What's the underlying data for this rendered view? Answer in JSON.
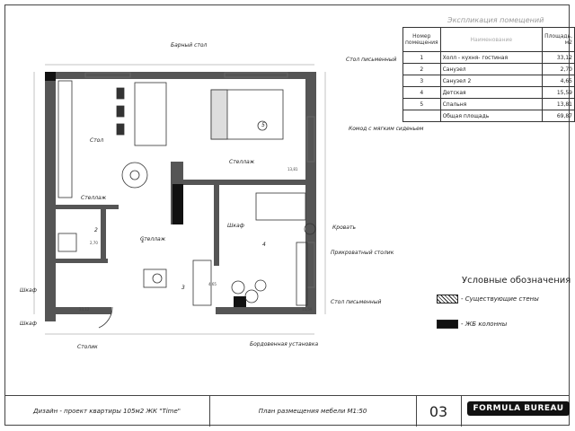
{
  "explication": {
    "title": "Экспликация помещений",
    "headers": {
      "num": "Номер помещения",
      "name": "Наименование",
      "area": "Площадь, м2"
    },
    "rows": [
      {
        "num": "1",
        "name": "Холл - кухня- гостиная",
        "area": "33,12"
      },
      {
        "num": "2",
        "name": "Санузел",
        "area": "2,70"
      },
      {
        "num": "3",
        "name": "Санузел 2",
        "area": "4,65"
      },
      {
        "num": "4",
        "name": "Детская",
        "area": "15,59"
      },
      {
        "num": "5",
        "name": "Спальня",
        "area": "13,81"
      }
    ],
    "total_label": "Общая площадь",
    "total_area": "69,87"
  },
  "plan_labels": {
    "bar_table": "Барный стол",
    "desk_top": "Стол письменный",
    "table": "Стол",
    "shelf_top": "Стеллаж",
    "dresser": "Комод с мягким сиденьем",
    "shelf_left": "Стеллаж",
    "shelf_mid": "Стеллаж",
    "bed": "Кровать",
    "nightstand": "Прикроватный столик",
    "wardrobe_1": "Шкаф",
    "wardrobe_2": "Шкаф",
    "wardrobe_3": "Шкаф",
    "desk_bottom": "Стол письменный",
    "console": "Столик",
    "laundry": "Бордовенная установка"
  },
  "room_numbers": [
    "1",
    "2",
    "3",
    "4",
    "5"
  ],
  "room_areas": [
    "33,12",
    "2,70",
    "4,65",
    "15,59",
    "13,81"
  ],
  "legend": {
    "title": "Условные обозначения",
    "items": [
      {
        "label": "- Существующие стены"
      },
      {
        "label": "- ЖБ колонны"
      }
    ]
  },
  "footer": {
    "project": "Дизайн - проект квартиры 105м2 ЖК \"Time\"",
    "sheet_title": "План размещения мебели М1:50",
    "sheet_number": "03",
    "brand": "FORMULA BUREAU"
  }
}
